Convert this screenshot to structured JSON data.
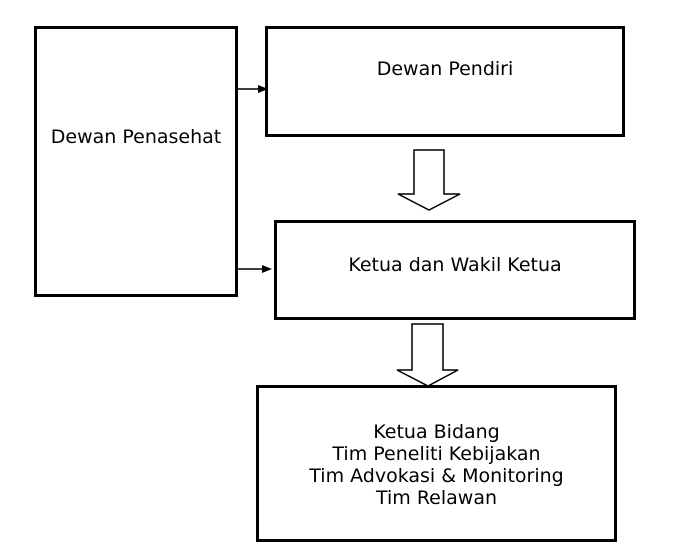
{
  "diagram": {
    "nodes": {
      "advisor": {
        "label": "Dewan Penasehat"
      },
      "founder": {
        "label": "Dewan Pendiri"
      },
      "chair": {
        "label": "Ketua dan Wakil Ketua"
      },
      "divisions": {
        "lines": [
          "Ketua Bidang",
          "Tim Peneliti Kebijakan",
          "Tim Advokasi & Monitoring",
          "Tim Relawan"
        ]
      }
    },
    "edges": [
      {
        "from": "advisor",
        "to": "founder",
        "style": "thin-arrow"
      },
      {
        "from": "advisor",
        "to": "chair",
        "style": "thin-arrow"
      },
      {
        "from": "founder",
        "to": "chair",
        "style": "block-arrow"
      },
      {
        "from": "chair",
        "to": "divisions",
        "style": "block-arrow"
      }
    ],
    "colors": {
      "stroke": "#000000",
      "fill": "#ffffff"
    }
  }
}
